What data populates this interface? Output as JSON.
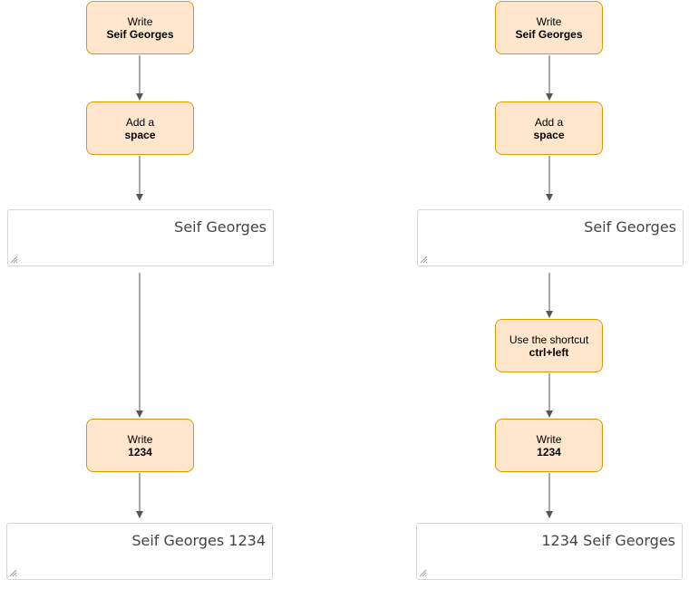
{
  "left": {
    "step1": {
      "line1": "Write",
      "line2": "Seif Georges"
    },
    "step2": {
      "line1": "Add a",
      "line2": "space"
    },
    "field1": {
      "value": "Seif Georges"
    },
    "step3": {
      "line1": "Write",
      "line2": "1234"
    },
    "field2": {
      "value": "Seif Georges 1234"
    }
  },
  "right": {
    "step1": {
      "line1": "Write",
      "line2": "Seif Georges"
    },
    "step2": {
      "line1": "Add a",
      "line2": "space"
    },
    "field1": {
      "value": "Seif Georges"
    },
    "step3": {
      "line1": "Use the shortcut",
      "line2": "ctrl+left"
    },
    "step4": {
      "line1": "Write",
      "line2": "1234"
    },
    "field2": {
      "value": "1234 Seif Georges"
    }
  },
  "colors": {
    "node_fill": "#ffe6cc",
    "node_border": "#d79b00",
    "connector": "#555555"
  }
}
